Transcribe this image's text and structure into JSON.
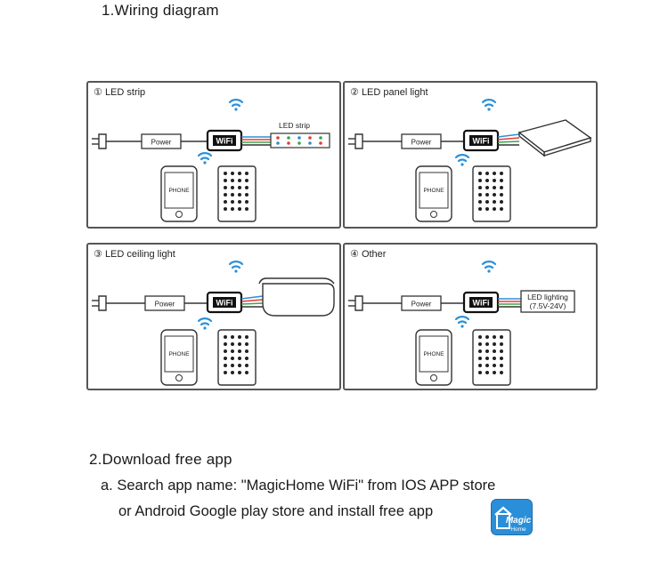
{
  "section1": {
    "title": "1.Wiring diagram"
  },
  "panels": [
    {
      "num": "①",
      "title": "LED strip",
      "power": "Power",
      "wifi": "WiFi",
      "phone": "PHONE",
      "load_label": "LED strip",
      "load_sub": ""
    },
    {
      "num": "②",
      "title": "LED panel light",
      "power": "Power",
      "wifi": "WiFi",
      "phone": "PHONE",
      "load_label": "",
      "load_sub": ""
    },
    {
      "num": "③",
      "title": "LED ceiling light",
      "power": "Power",
      "wifi": "WiFi",
      "phone": "PHONE",
      "load_label": "",
      "load_sub": ""
    },
    {
      "num": "④",
      "title": "Other",
      "power": "Power",
      "wifi": "WiFi",
      "phone": "PHONE",
      "load_label": "LED lighting",
      "load_sub": "(7.5V-24V)"
    }
  ],
  "section2": {
    "title": "2.Download free app",
    "line_a": "a. Search app name: \"MagicHome WiFi\" from IOS APP store",
    "line_b": "or Android Google play store and install free app",
    "app_icon_text": "Magic",
    "app_icon_sub": "Home"
  },
  "colors": {
    "border": "#555555",
    "stroke": "#333333",
    "app_blue": "#2a8fd8",
    "wifi_blue": "#2a8fd8"
  }
}
